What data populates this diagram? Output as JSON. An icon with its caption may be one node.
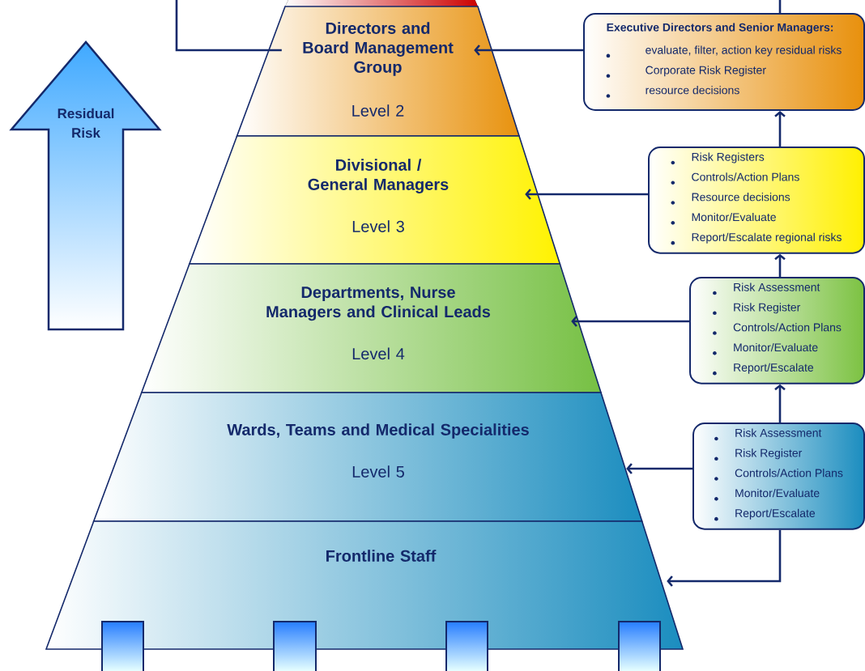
{
  "diagram": {
    "nodes": [
      {
        "text": [
          "Directors and Board Management Group",
          "Level 2"
        ]
      },
      {
        "text": [
          "Divisional / General Managers",
          "Level 3"
        ]
      },
      {
        "text": [
          "Departments, Nurse Managers and Clinical Leads",
          "Level 4"
        ]
      },
      {
        "text": [
          "Wards, Teams and Medical Specialities",
          "Level 5"
        ]
      },
      {
        "text": [
          "Frontline Staff"
        ]
      },
      {
        "text": [
          "Executive Directors and Senior Managers:",
          "evaluate, filter, action key residual risks",
          "Corporate Risk Register",
          "resource decisions"
        ]
      },
      {
        "text": [
          "Risk Registers",
          "Controls/Action Plans",
          "Resource decisions",
          "Monitor/Evaluate",
          "Report/Escalate regional risks"
        ]
      },
      {
        "text": [
          "Risk Assessment",
          "Risk Register",
          "Controls/Action Plans",
          "Monitor/Evaluate",
          "Report/Escalate"
        ]
      },
      {
        "text": [
          "Risk Assessment",
          "Risk Register",
          "Controls/Action Plans",
          "Monitor/Evaluate",
          "Report/Escalate"
        ]
      },
      {
        "text": [
          "Residual Risk"
        ]
      }
    ],
    "edges": [
      {
        "from": 5,
        "to": 0,
        "arrow": "to"
      },
      {
        "from": 6,
        "to": 1,
        "arrow": "to"
      },
      {
        "from": 7,
        "to": 2,
        "arrow": "to"
      },
      {
        "from": 8,
        "to": 3,
        "arrow": "to"
      },
      {
        "from": 8,
        "to": 4,
        "arrow": "to"
      },
      {
        "from": 8,
        "to": 7,
        "arrow": "to"
      },
      {
        "from": 7,
        "to": 6,
        "arrow": "to"
      },
      {
        "from": 6,
        "to": 5,
        "arrow": "to"
      },
      {
        "from": 5,
        "to": null,
        "arrow": "none"
      },
      {
        "from": 0,
        "to": null,
        "arrow": "none"
      }
    ]
  }
}
